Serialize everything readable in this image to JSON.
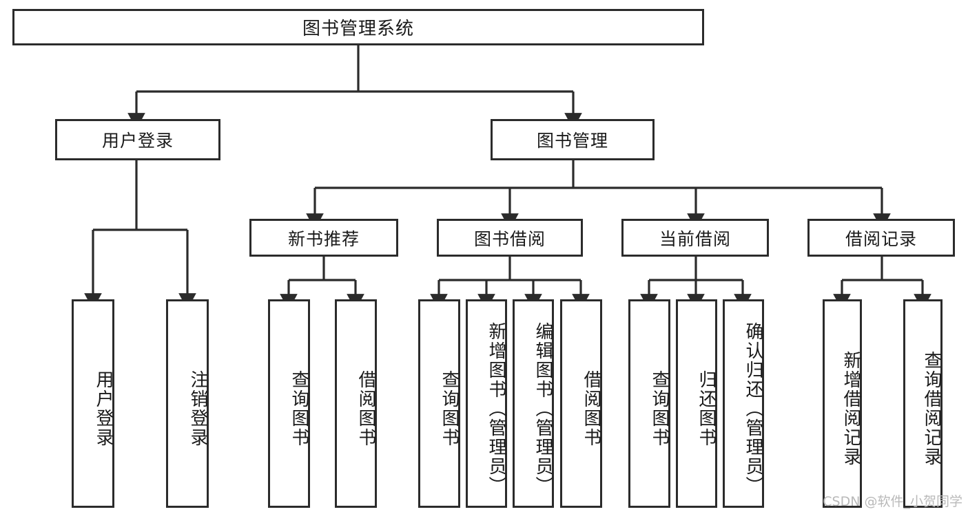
{
  "diagram": {
    "title": "图书管理系统",
    "root": {
      "id": "root",
      "label": "图书管理系统",
      "orientation": "horizontal"
    },
    "level2": [
      {
        "id": "user-login",
        "label": "用户登录",
        "orientation": "horizontal"
      },
      {
        "id": "book-management",
        "label": "图书管理",
        "orientation": "horizontal"
      }
    ],
    "level3": [
      {
        "id": "new-book-recommend",
        "label": "新书推荐",
        "orientation": "horizontal",
        "parent": "book-management"
      },
      {
        "id": "book-borrow",
        "label": "图书借阅",
        "orientation": "horizontal",
        "parent": "book-management"
      },
      {
        "id": "current-borrow",
        "label": "当前借阅",
        "orientation": "horizontal",
        "parent": "book-management"
      },
      {
        "id": "borrow-record",
        "label": "借阅记录",
        "orientation": "horizontal",
        "parent": "book-management"
      }
    ],
    "leaves": [
      {
        "id": "leaf-user-login",
        "label": "用户登录",
        "parent": "user-login"
      },
      {
        "id": "leaf-user-logout",
        "label": "注销登录",
        "parent": "user-login"
      },
      {
        "id": "leaf-query-book-1",
        "label": "查询图书",
        "parent": "new-book-recommend"
      },
      {
        "id": "leaf-borrow-book-1",
        "label": "借阅图书",
        "parent": "new-book-recommend"
      },
      {
        "id": "leaf-query-book-2",
        "label": "查询图书",
        "parent": "book-borrow"
      },
      {
        "id": "leaf-add-book",
        "label": "新增图书（管理员）",
        "parent": "book-borrow"
      },
      {
        "id": "leaf-edit-book",
        "label": "编辑图书（管理员）",
        "parent": "book-borrow"
      },
      {
        "id": "leaf-borrow-book-2",
        "label": "借阅图书",
        "parent": "book-borrow"
      },
      {
        "id": "leaf-query-book-3",
        "label": "查询图书",
        "parent": "current-borrow"
      },
      {
        "id": "leaf-return-book",
        "label": "归还图书",
        "parent": "current-borrow"
      },
      {
        "id": "leaf-confirm-return",
        "label": "确认归还（管理员）",
        "parent": "current-borrow"
      },
      {
        "id": "leaf-add-record",
        "label": "新增借阅记录",
        "parent": "borrow-record"
      },
      {
        "id": "leaf-query-record",
        "label": "查询借阅记录",
        "parent": "borrow-record"
      }
    ],
    "colors": {
      "stroke": "#2b2b2b",
      "fill": "#ffffff",
      "text": "#1a1a1a",
      "watermark": "#b9b9b9"
    }
  },
  "watermark": {
    "text": "CSDN @软件_小贺同学"
  }
}
